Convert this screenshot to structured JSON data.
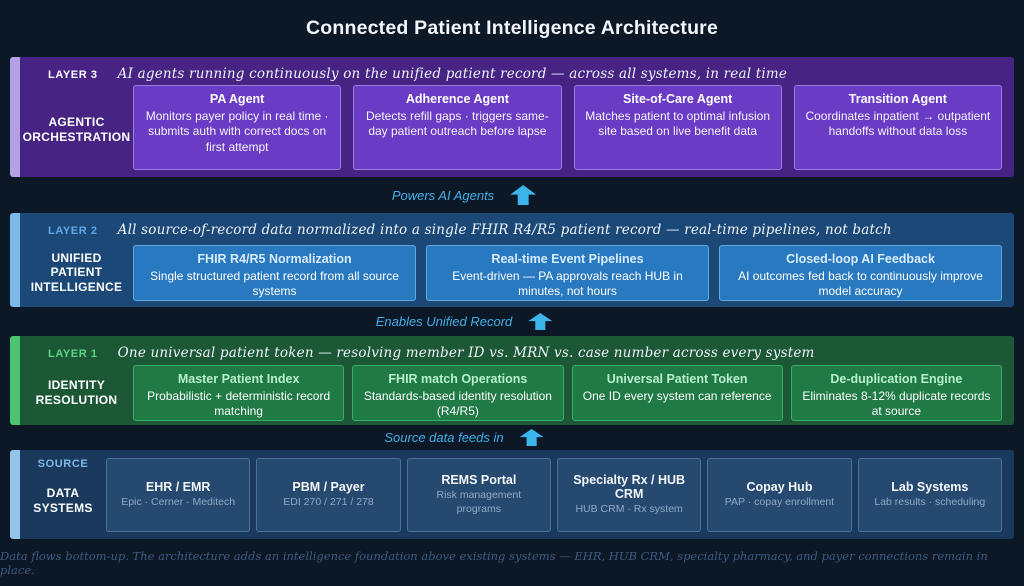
{
  "title": "Connected Patient Intelligence Architecture",
  "footer": "Data flows bottom-up. The architecture adds an intelligence foundation above existing systems — EHR, HUB CRM, specialty pharmacy, and payer connections remain in place.",
  "arrows": [
    {
      "label": "Powers AI Agents",
      "icon": "up-arrow"
    },
    {
      "label": "Enables Unified Record",
      "icon": "up-arrow"
    },
    {
      "label": "Source data feeds in",
      "icon": "up-arrow"
    }
  ],
  "colors": {
    "background": "#0d1827",
    "arrow_accent": "#3cb4ec",
    "layer3_band": "#472483",
    "layer3_accent": "#b4a0e4",
    "layer3_card": "#6a3bc4",
    "layer2_band": "#1c4878",
    "layer2_accent": "#7cb9ea",
    "layer2_card": "#2879c0",
    "layer1_band": "#1c5836",
    "layer1_accent": "#4cc36d",
    "layer1_card": "#1f7a45",
    "source_band": "#1a395d",
    "source_accent": "#92c5e9",
    "source_card": "#26496f"
  },
  "layers": [
    {
      "chip": "LAYER 3",
      "description": "AI agents running continuously on the unified patient record — across all systems, in real time",
      "side_label": "AGENTIC\nORCHESTRATION",
      "cards": [
        {
          "title": "PA Agent",
          "body": "Monitors payer policy in real time · submits auth with correct docs on first attempt"
        },
        {
          "title": "Adherence Agent",
          "body": "Detects refill gaps · triggers same-day patient outreach before lapse"
        },
        {
          "title": "Site-of-Care Agent",
          "body": "Matches patient to optimal infusion site based on live benefit data"
        },
        {
          "title": "Transition Agent",
          "body": "Coordinates inpatient → outpatient handoffs without data loss"
        }
      ]
    },
    {
      "chip": "LAYER 2",
      "description": "All source-of-record data normalized into a single FHIR R4/R5 patient record — real-time pipelines, not batch",
      "side_label": "UNIFIED\nPATIENT\nINTELLIGENCE",
      "cards": [
        {
          "title": "FHIR R4/R5 Normalization",
          "body": "Single structured patient record from all source systems"
        },
        {
          "title": "Real-time Event Pipelines",
          "body": "Event-driven — PA approvals reach HUB in minutes, not hours"
        },
        {
          "title": "Closed-loop AI Feedback",
          "body": "AI outcomes fed back to continuously improve model accuracy"
        }
      ]
    },
    {
      "chip": "LAYER 1",
      "description": "One universal patient token — resolving member ID vs. MRN vs. case number across every system",
      "side_label": "IDENTITY\nRESOLUTION",
      "cards": [
        {
          "title": "Master Patient Index",
          "body": "Probabilistic + deterministic record matching"
        },
        {
          "title": "FHIR match Operations",
          "body": "Standards-based identity resolution (R4/R5)"
        },
        {
          "title": "Universal Patient Token",
          "body": "One ID every system can reference"
        },
        {
          "title": "De-duplication Engine",
          "body": "Eliminates 8-12% duplicate records at source"
        }
      ]
    },
    {
      "chip": "SOURCE",
      "side_label": "DATA\nSYSTEMS",
      "cards": [
        {
          "title": "EHR / EMR",
          "body": "Epic · Cerner · Meditech"
        },
        {
          "title": "PBM / Payer",
          "body": "EDI 270 / 271 / 278"
        },
        {
          "title": "REMS Portal",
          "body": "Risk management programs"
        },
        {
          "title": "Specialty Rx / HUB CRM",
          "body": "HUB CRM · Rx system"
        },
        {
          "title": "Copay Hub",
          "body": "PAP · copay enrollment"
        },
        {
          "title": "Lab Systems",
          "body": "Lab results · scheduling"
        }
      ]
    }
  ]
}
